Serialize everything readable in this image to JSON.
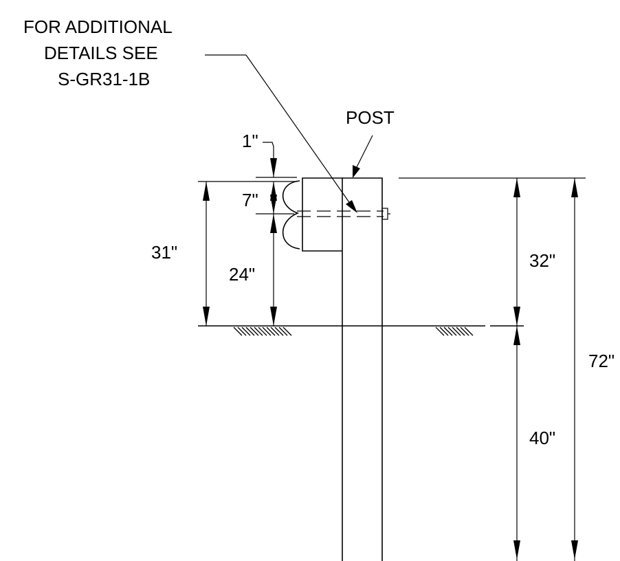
{
  "note": {
    "line1": "FOR ADDITIONAL",
    "line2": "DETAILS SEE",
    "line3": "S-GR31-1B"
  },
  "labels": {
    "post": "POST",
    "dim_1": "1\"",
    "dim_7": "7\"",
    "dim_24": "24\"",
    "dim_31": "31\"",
    "dim_32": "32\"",
    "dim_40": "40\"",
    "dim_72": "72\""
  },
  "colors": {
    "line": "#000000",
    "background": "#ffffff"
  }
}
